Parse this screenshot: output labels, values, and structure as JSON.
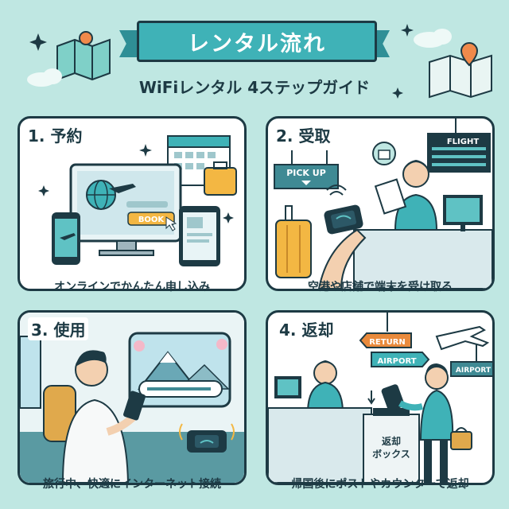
{
  "header": {
    "title": "レンタル流れ",
    "subtitle": "WiFiレンタル 4ステップガイド"
  },
  "steps": [
    {
      "title": "1. 予約",
      "caption": "オンラインでかんたん申し込み",
      "button_label": "BOOK"
    },
    {
      "title": "2. 受取",
      "caption": "空港や店舗で端末を受け取る",
      "pickup_sign": "PICK UP",
      "flight_sign": "FLIGHT"
    },
    {
      "title": "3. 使用",
      "caption": "旅行中、快適にインターネット接続"
    },
    {
      "title": "4. 返却",
      "caption": "帰国後にポストやカウンターで返却",
      "return_sign": "RETURN",
      "airport_sign_left": "AIRPORT",
      "airport_sign_right": "AIRPORT",
      "return_box_label_1": "返却",
      "return_box_label_2": "ボックス"
    }
  ],
  "colors": {
    "background": "#bfe7e2",
    "accent": "#3fb2b7",
    "outline": "#1d3a44",
    "luggage": "#f3b743"
  }
}
